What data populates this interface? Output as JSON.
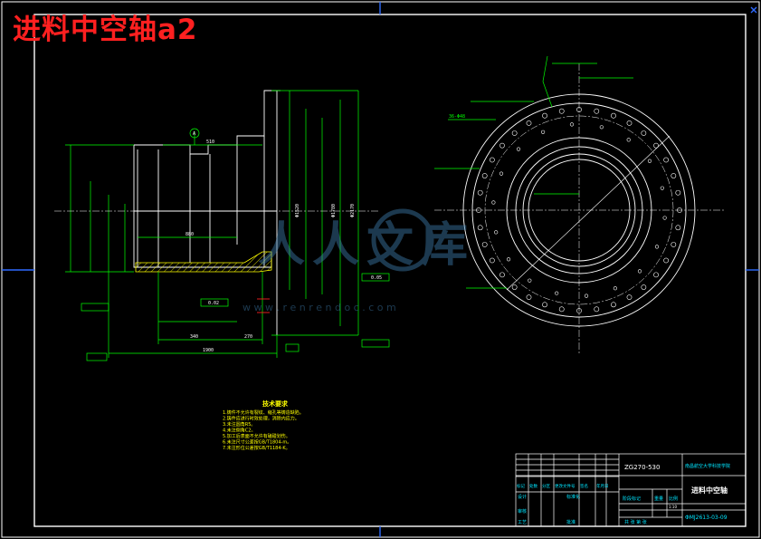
{
  "header": {
    "title": "进料中空轴a2"
  },
  "title_block": {
    "model": "ZG270-530",
    "school": "南昌航空大学科技学院",
    "part_name": "进料中空轴",
    "drawing_no": "ΦMJ2613-03-09",
    "row_labels": [
      "标记",
      "处数",
      "分区",
      "更改文件号",
      "签名",
      "年月日"
    ],
    "design": "设计",
    "standardize": "标准化",
    "review": "审核",
    "process": "工艺",
    "approve": "批准",
    "stage_mark": "阶段标记",
    "weight": "重量",
    "scale": "比例",
    "scale_value": "1:10",
    "sheets": "共  张  第  张"
  },
  "notes": {
    "heading": "技术要求",
    "lines": [
      "1.铸件不允许有裂纹、缩孔等铸造缺陷。",
      "2.铸件应进行时效处理，消除内应力。",
      "3.未注圆角R5。",
      "4.未注倒角C2。",
      "5.加工后表面不允许有磕碰划伤。",
      "6.未注尺寸公差按GB/T1804-m。",
      "7.未注形位公差按GB/T1184-K。"
    ]
  },
  "watermark": {
    "text": "人人文库",
    "url": "w w w . r e n r e n d o c . c o m"
  },
  "dimensions": {
    "d1": "1900",
    "d2": "510",
    "d3": "270",
    "d4": "880",
    "d5": "340",
    "dia1": "Φ1520",
    "dia2": "Φ1780",
    "dia3": "Φ2170",
    "hole_callout": "36-Φ48",
    "tol1": "0.05",
    "tol2": "0.02",
    "datum": "A"
  }
}
